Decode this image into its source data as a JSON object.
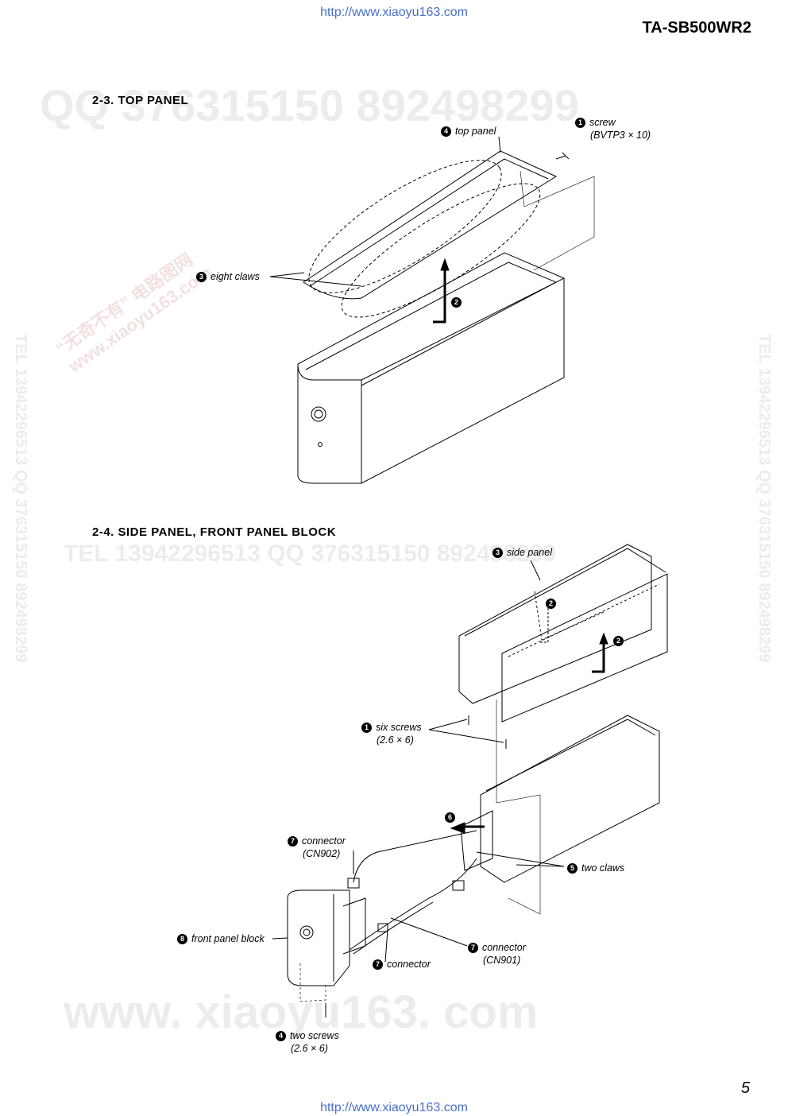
{
  "header": {
    "url_top": "http://www.xiaoyu163.com",
    "model": "TA-SB500WR2"
  },
  "footer": {
    "url_bottom": "http://www.xiaoyu163.com",
    "page_number": "5"
  },
  "watermarks": {
    "qq_top": "QQ 376315150    892498299",
    "tel_mid": "TEL 13942296513    QQ 376315150    892498299",
    "www_bottom": "www. xiaoyu163. com",
    "stamp_text": "“无奇不有” 电路图网",
    "stamp_url": "www.xiaoyu163.com",
    "vertical_left": "TEL 13942296513 QQ 376315150 892498299",
    "vertical_right": "TEL 13942296513 QQ 376315150 892498299"
  },
  "section_23": {
    "title": "2-3.  TOP PANEL",
    "labels": [
      {
        "num": "1",
        "text": "screw",
        "sub": "(BVTP3 × 10)"
      },
      {
        "num": "4",
        "text": "top panel"
      },
      {
        "num": "3",
        "text": "eight claws"
      },
      {
        "num": "2",
        "text": ""
      }
    ]
  },
  "section_24": {
    "title": "2-4.  SIDE PANEL, FRONT PANEL BLOCK",
    "labels": [
      {
        "num": "3",
        "text": "side panel"
      },
      {
        "num": "2",
        "text": ""
      },
      {
        "num": "2",
        "text": ""
      },
      {
        "num": "1",
        "text": "six screws",
        "sub": "(2.6 × 6)"
      },
      {
        "num": "6",
        "text": ""
      },
      {
        "num": "7",
        "text": "connector",
        "sub": "(CN902)"
      },
      {
        "num": "5",
        "text": "two claws"
      },
      {
        "num": "8",
        "text": "front panel block"
      },
      {
        "num": "7",
        "text": "connector",
        "sub": "(CN901)"
      },
      {
        "num": "7",
        "text": "connector"
      },
      {
        "num": "4",
        "text": "two screws",
        "sub": "(2.6 × 6)"
      }
    ]
  }
}
